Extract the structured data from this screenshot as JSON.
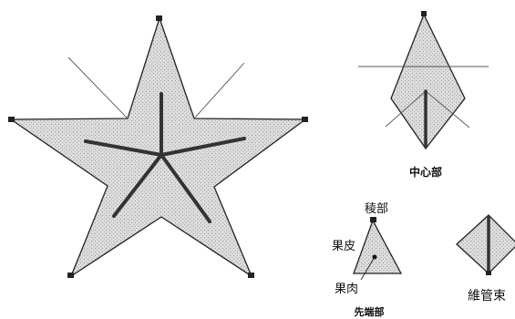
{
  "labels": {
    "center_part": "中心部",
    "ridge_part": "稜部",
    "pericarp": "果皮",
    "flesh": "果肉",
    "tip_part": "先端部",
    "vascular_bundle": "維管束"
  }
}
